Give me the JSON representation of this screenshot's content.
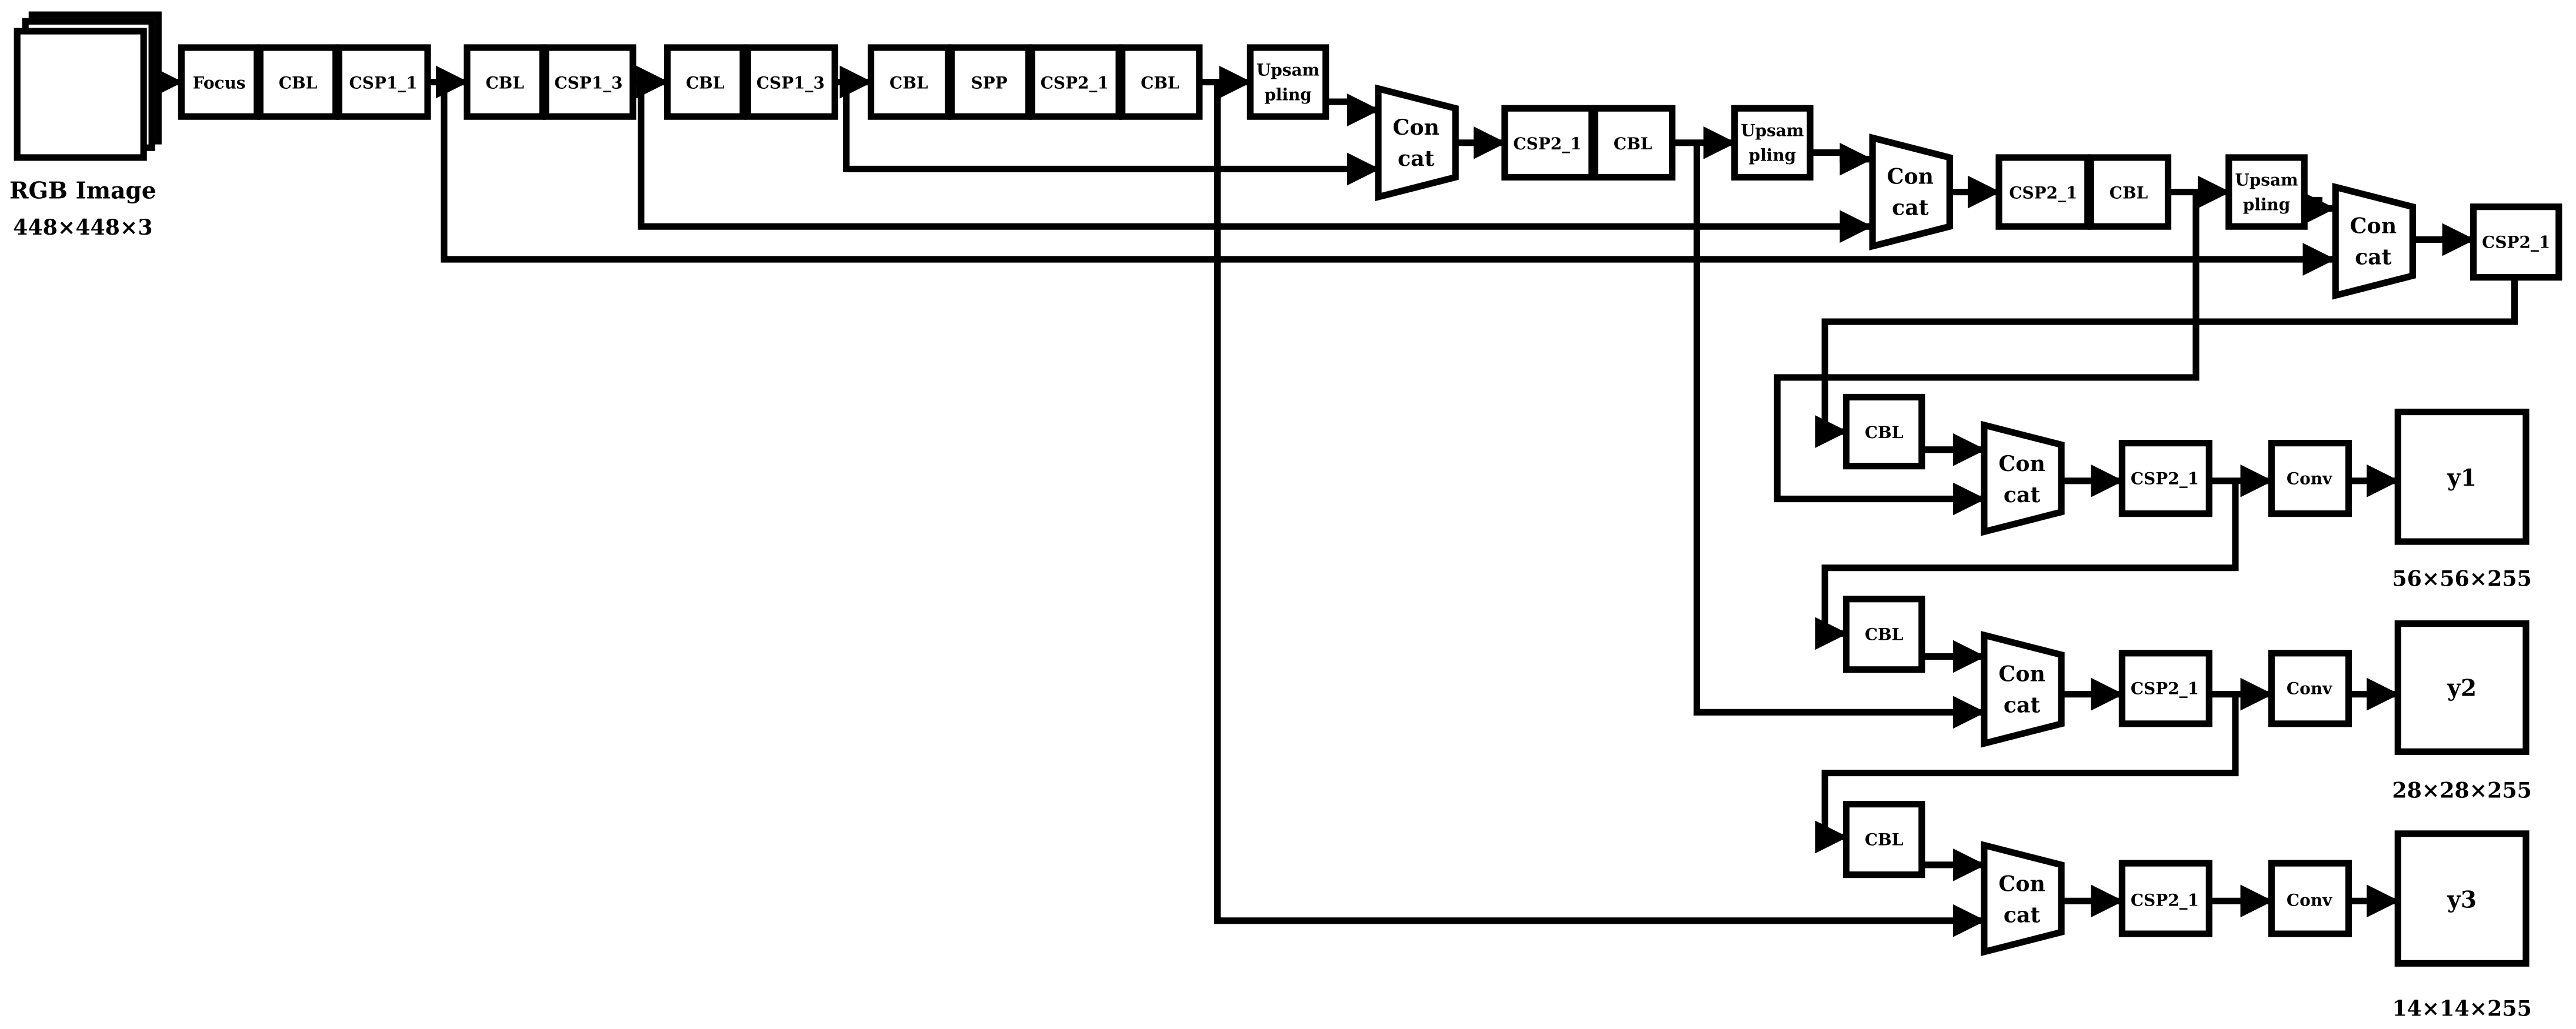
{
  "input": {
    "title": "RGB Image",
    "size": "448×448×3"
  },
  "backbone": {
    "focus": "Focus",
    "cbl_1": "CBL",
    "csp1_1": "CSP1_1",
    "cbl_2": "CBL",
    "csp1_3_a": "CSP1_3",
    "cbl_3": "CBL",
    "csp1_3_b": "CSP1_3",
    "cbl_4": "CBL",
    "spp": "SPP",
    "csp2_1": "CSP2_1",
    "cbl_5": "CBL"
  },
  "neck": {
    "upsample_1": [
      "Upsam",
      "pling"
    ],
    "concat_1": [
      "Con",
      "cat"
    ],
    "csp2_1_a": "CSP2_1",
    "cbl_a": "CBL",
    "upsample_2": [
      "Upsam",
      "pling"
    ],
    "concat_2": [
      "Con",
      "cat"
    ],
    "csp2_1_b": "CSP2_1",
    "cbl_b": "CBL",
    "upsample_3": [
      "Upsam",
      "pling"
    ],
    "concat_3": [
      "Con",
      "cat"
    ],
    "csp2_1_c": "CSP2_1"
  },
  "heads": [
    {
      "cbl": "CBL",
      "concat": [
        "Con",
        "cat"
      ],
      "csp": "CSP2_1",
      "conv": "Conv",
      "output": "y1",
      "size": "56×56×255"
    },
    {
      "cbl": "CBL",
      "concat": [
        "Con",
        "cat"
      ],
      "csp": "CSP2_1",
      "conv": "Conv",
      "output": "y2",
      "size": "28×28×255"
    },
    {
      "cbl": "CBL",
      "concat": [
        "Con",
        "cat"
      ],
      "csp": "CSP2_1",
      "conv": "Conv",
      "output": "y3",
      "size": "14×14×255"
    }
  ]
}
